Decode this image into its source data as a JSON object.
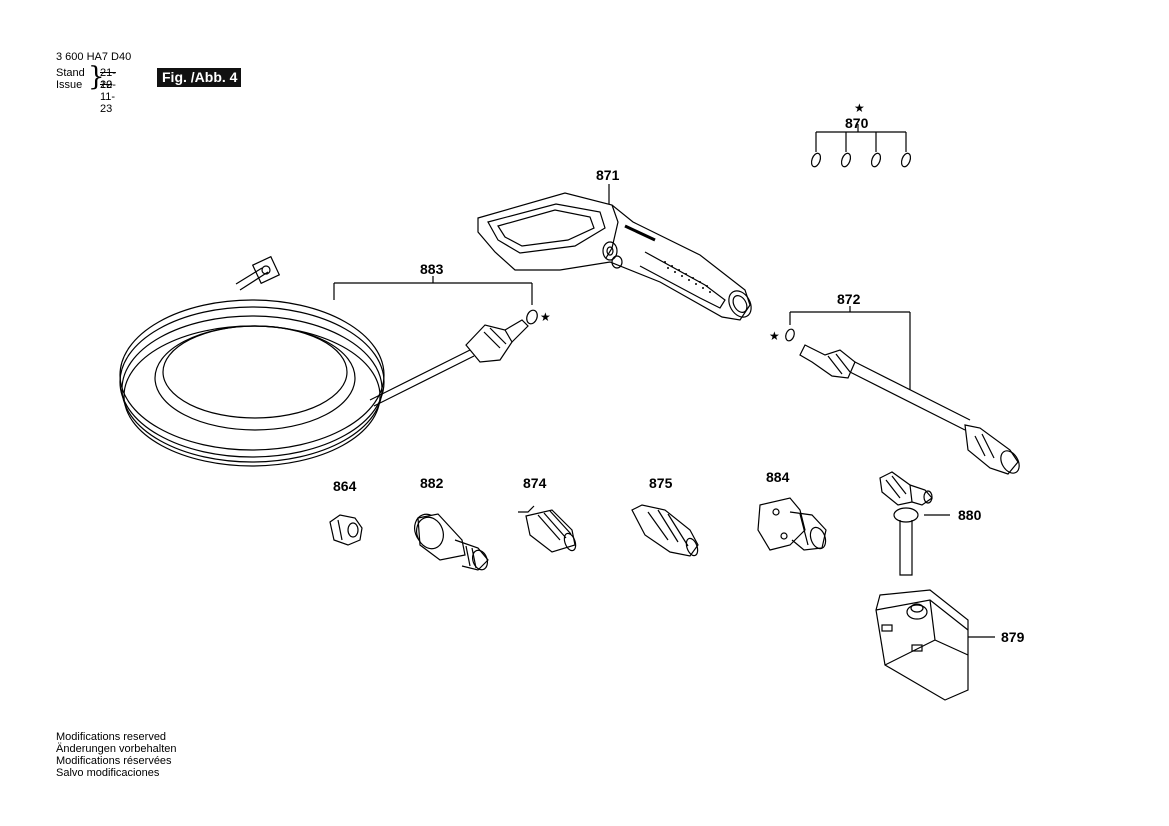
{
  "header": {
    "doc_number": "3 600 HA7 D40",
    "stand_label": "Stand",
    "issue_label": "Issue",
    "stand_value": "21-10",
    "issue_value": "22-11-23",
    "figure_label": "Fig. /Abb. 4"
  },
  "footer": {
    "lines": [
      "Modifications reserved",
      "Änderungen vorbehalten",
      "Modifications réservées",
      "Salvo modificaciones"
    ]
  },
  "parts": {
    "p870": "870",
    "p871": "871",
    "p883": "883",
    "p872": "872",
    "p864": "864",
    "p882": "882",
    "p874": "874",
    "p875": "875",
    "p884": "884",
    "p880": "880",
    "p879": "879"
  },
  "markers": {
    "star": "★"
  }
}
